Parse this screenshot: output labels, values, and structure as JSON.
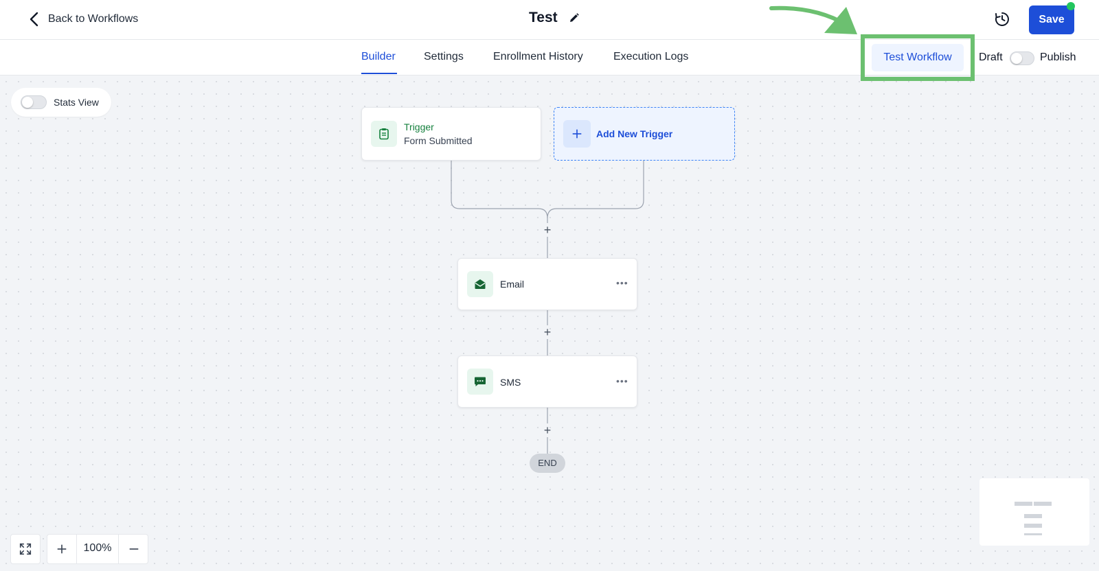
{
  "header": {
    "back_label": "Back to Workflows",
    "title": "Test",
    "save_label": "Save"
  },
  "tabs": [
    {
      "label": "Builder",
      "active": true
    },
    {
      "label": "Settings",
      "active": false
    },
    {
      "label": "Enrollment History",
      "active": false
    },
    {
      "label": "Execution Logs",
      "active": false
    }
  ],
  "actions": {
    "test_workflow_label": "Test Workflow",
    "draft_label": "Draft",
    "publish_label": "Publish"
  },
  "canvas": {
    "stats_view_label": "Stats View",
    "trigger": {
      "title": "Trigger",
      "subtitle": "Form Submitted"
    },
    "add_trigger_label": "Add New Trigger",
    "nodes": [
      {
        "label": "Email",
        "icon": "email-icon"
      },
      {
        "label": "SMS",
        "icon": "sms-icon"
      }
    ],
    "end_label": "END",
    "zoom_level": "100%"
  },
  "colors": {
    "primary": "#1d4ed8",
    "highlight": "#6cc070",
    "trigger_green": "#15803d",
    "status_dot": "#22c55e"
  }
}
